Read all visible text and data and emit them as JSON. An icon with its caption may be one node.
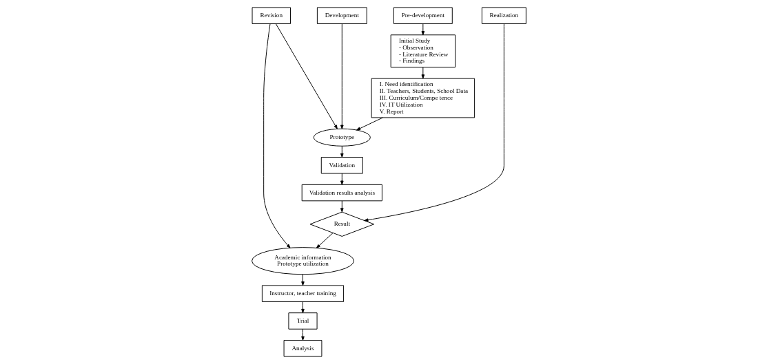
{
  "diagram": {
    "nodes": [
      {
        "text": [
          "Pre-development"
        ]
      },
      {
        "text": [
          "Initial Study",
          "- Observation",
          "- Literature Review",
          "- Findings"
        ]
      },
      {
        "text": [
          "I. Need identification",
          "II. Teachers, Students, School Data",
          "III. Curriculum/Compe tence",
          "IV. IT Utilization",
          "V. Report"
        ]
      },
      {
        "text": [
          "Development"
        ]
      },
      {
        "text": [
          "Prototype"
        ]
      },
      {
        "text": [
          "Validation"
        ]
      },
      {
        "text": [
          "Validation results analysis"
        ]
      },
      {
        "text": [
          "Revision"
        ]
      },
      {
        "text": [
          "Realization"
        ]
      },
      {
        "text": [
          "Result"
        ]
      },
      {
        "text": [
          "Academic information",
          "Prototype utilization"
        ]
      },
      {
        "text": [
          "Instructor, teacher training"
        ]
      },
      {
        "text": [
          "Trial"
        ]
      },
      {
        "text": [
          "Analysis"
        ]
      }
    ],
    "edges": [
      {
        "from": 0,
        "to": 1,
        "arrow": "to"
      },
      {
        "from": 1,
        "to": 2,
        "arrow": "to"
      },
      {
        "from": 2,
        "to": 4,
        "arrow": "to"
      },
      {
        "from": 3,
        "to": 4,
        "arrow": "to"
      },
      {
        "from": 4,
        "to": 5,
        "arrow": "to"
      },
      {
        "from": 5,
        "to": 6,
        "arrow": "to"
      },
      {
        "from": 7,
        "to": 4,
        "arrow": "to"
      },
      {
        "from": 6,
        "to": 9,
        "arrow": "to"
      },
      {
        "from": 7,
        "to": 10,
        "arrow": "to"
      },
      {
        "from": 8,
        "to": 9,
        "arrow": "to"
      },
      {
        "from": 9,
        "to": 10,
        "arrow": "to"
      },
      {
        "from": 10,
        "to": 11,
        "arrow": "to"
      },
      {
        "from": 11,
        "to": 12,
        "arrow": "to"
      },
      {
        "from": 12,
        "to": 13,
        "arrow": "to"
      }
    ]
  }
}
